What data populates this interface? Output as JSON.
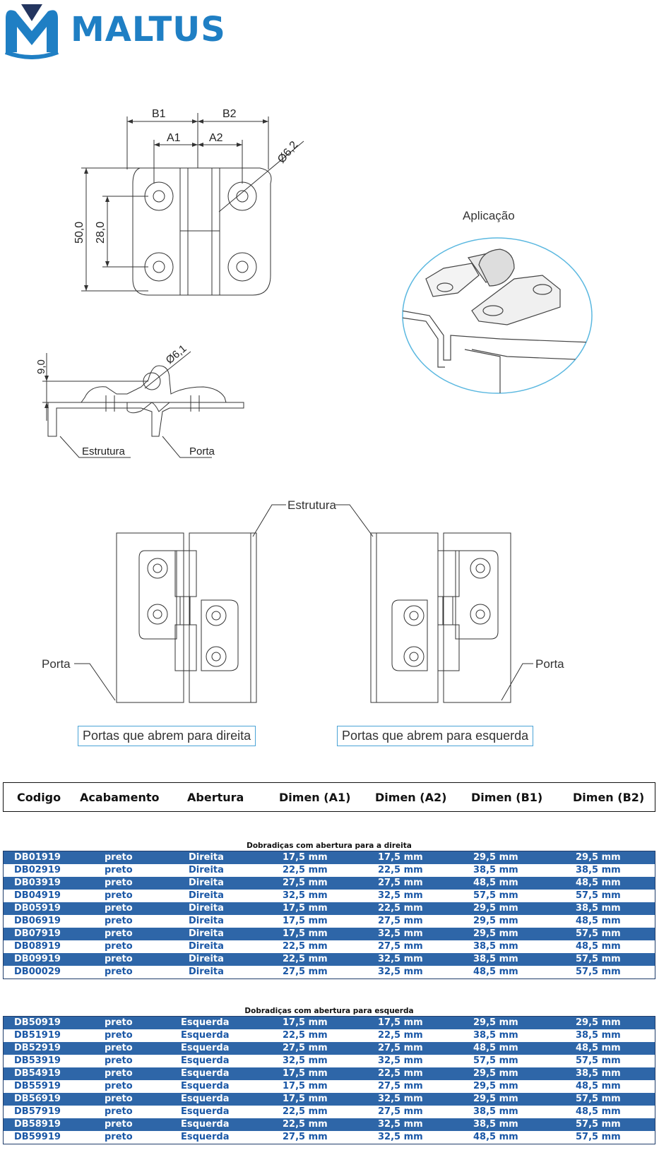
{
  "logo": {
    "brand": "MALTUS"
  },
  "drawings": {
    "front_view": {
      "dim_b1": "B1",
      "dim_b2": "B2",
      "dim_a1": "A1",
      "dim_a2": "A2",
      "dim_hole": "Ø6,2",
      "dim_height": "50,0",
      "dim_pitch": "28,0"
    },
    "side_view": {
      "dim_offset": "9,0",
      "dim_pin": "Ø6,1",
      "label_structure": "Estrutura",
      "label_door": "Porta"
    },
    "application": {
      "label": "Aplicação"
    },
    "opening_views": {
      "label_structure": "Estrutura",
      "label_door_left": "Porta",
      "label_door_right": "Porta",
      "caption_right": "Portas que abrem para direita",
      "caption_left": "Portas que abrem para esquerda"
    }
  },
  "header": [
    "Codigo",
    "Acabamento",
    "Abertura",
    "Dimen (A1)",
    "Dimen (A2)",
    "Dimen (B1)",
    "Dimen (B2)"
  ],
  "table_right": {
    "title": "Dobradiças com abertura para a direita",
    "rows": [
      [
        "DB01919",
        "preto",
        "Direita",
        "17,5 mm",
        "17,5 mm",
        "29,5 mm",
        "29,5 mm"
      ],
      [
        "DB02919",
        "preto",
        "Direita",
        "22,5 mm",
        "22,5 mm",
        "38,5 mm",
        "38,5 mm"
      ],
      [
        "DB03919",
        "preto",
        "Direita",
        "27,5 mm",
        "27,5 mm",
        "48,5 mm",
        "48,5 mm"
      ],
      [
        "DB04919",
        "preto",
        "Direita",
        "32,5 mm",
        "32,5 mm",
        "57,5 mm",
        "57,5 mm"
      ],
      [
        "DB05919",
        "preto",
        "Direita",
        "17,5 mm",
        "22,5 mm",
        "29,5 mm",
        "38,5 mm"
      ],
      [
        "DB06919",
        "preto",
        "Direita",
        "17,5 mm",
        "27,5 mm",
        "29,5 mm",
        "48,5 mm"
      ],
      [
        "DB07919",
        "preto",
        "Direita",
        "17,5 mm",
        "32,5 mm",
        "29,5 mm",
        "57,5 mm"
      ],
      [
        "DB08919",
        "preto",
        "Direita",
        "22,5 mm",
        "27,5 mm",
        "38,5 mm",
        "48,5 mm"
      ],
      [
        "DB09919",
        "preto",
        "Direita",
        "22,5 mm",
        "32,5 mm",
        "38,5 mm",
        "57,5 mm"
      ],
      [
        "DB00029",
        "preto",
        "Direita",
        "27,5 mm",
        "32,5 mm",
        "48,5 mm",
        "57,5 mm"
      ]
    ]
  },
  "table_left": {
    "title": "Dobradiças com abertura para esquerda",
    "rows": [
      [
        "DB50919",
        "preto",
        "Esquerda",
        "17,5 mm",
        "17,5 mm",
        "29,5 mm",
        "29,5 mm"
      ],
      [
        "DB51919",
        "preto",
        "Esquerda",
        "22,5 mm",
        "22,5 mm",
        "38,5 mm",
        "38,5 mm"
      ],
      [
        "DB52919",
        "preto",
        "Esquerda",
        "27,5 mm",
        "27,5 mm",
        "48,5 mm",
        "48,5 mm"
      ],
      [
        "DB53919",
        "preto",
        "Esquerda",
        "32,5 mm",
        "32,5 mm",
        "57,5 mm",
        "57,5 mm"
      ],
      [
        "DB54919",
        "preto",
        "Esquerda",
        "17,5 mm",
        "22,5 mm",
        "29,5 mm",
        "38,5 mm"
      ],
      [
        "DB55919",
        "preto",
        "Esquerda",
        "17,5 mm",
        "27,5 mm",
        "29,5 mm",
        "48,5 mm"
      ],
      [
        "DB56919",
        "preto",
        "Esquerda",
        "17,5 mm",
        "32,5 mm",
        "29,5 mm",
        "57,5 mm"
      ],
      [
        "DB57919",
        "preto",
        "Esquerda",
        "22,5 mm",
        "27,5 mm",
        "38,5 mm",
        "48,5 mm"
      ],
      [
        "DB58919",
        "preto",
        "Esquerda",
        "22,5 mm",
        "32,5 mm",
        "38,5 mm",
        "57,5 mm"
      ],
      [
        "DB59919",
        "preto",
        "Esquerda",
        "27,5 mm",
        "32,5 mm",
        "48,5 mm",
        "57,5 mm"
      ]
    ]
  },
  "colors": {
    "brand_blue": "#1f7fc4",
    "row_dark": "#2e66a8",
    "row_text_light": "#1a57a6",
    "caption_border": "#4aa3d6"
  }
}
